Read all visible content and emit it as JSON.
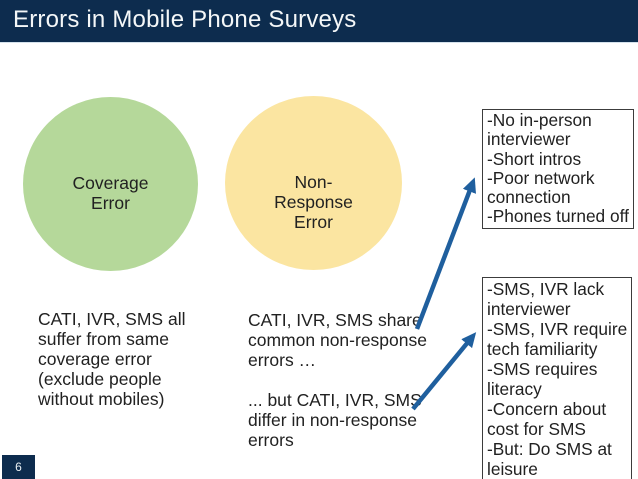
{
  "slide": {
    "title": "Errors in Mobile Phone Surveys",
    "page_number": "6"
  },
  "colors": {
    "header_bg": "#0D2C4E",
    "header_text": "#F4F7F8",
    "coverage_circle_fill": "#B5D89A",
    "non_response_circle_fill": "#FBE5A1",
    "arrow": "#1F5F9E",
    "callout_border": "#3C3C3C",
    "body_text": "#212121"
  },
  "circles": {
    "coverage": {
      "label": "Coverage\nError"
    },
    "non_response": {
      "label": "Non-\nResponse\nError"
    }
  },
  "notes": {
    "coverage": {
      "text": "CATI, IVR, SMS all\nsuffer from same\ncoverage error\n(exclude people\nwithout mobiles)"
    },
    "non_response": {
      "text": "CATI, IVR, SMS share\ncommon non-response\nerrors …\n\n... but CATI, IVR, SMS\ndiffer in non-response\nerrors"
    }
  },
  "callouts": {
    "phone_issues": {
      "text": "-No in-person\ninterviewer\n-Short intros\n-Poor network\nconnection\n-Phones turned off"
    },
    "sms_issues": {
      "text": "-SMS, IVR lack\ninterviewer\n-SMS, IVR require\ntech familiarity\n-SMS requires\nliteracy\n-Concern about\ncost for SMS\n-But: Do SMS at\nleisure"
    }
  }
}
